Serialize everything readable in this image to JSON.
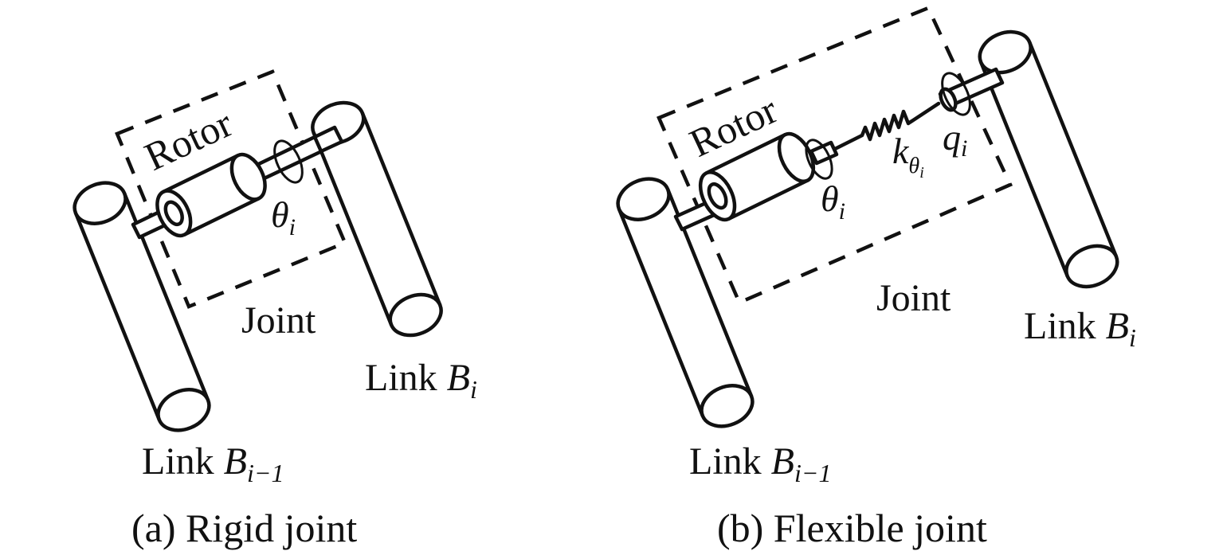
{
  "diagram_a": {
    "caption": "(a) Rigid joint",
    "rotor_label": "Rotor",
    "joint_label": "Joint",
    "theta_symbol": "θ",
    "theta_sub": "i",
    "link_prev_word": "Link",
    "link_prev_symbol": "B",
    "link_prev_sub": "i−1",
    "link_next_word": "Link",
    "link_next_symbol": "B",
    "link_next_sub": "i"
  },
  "diagram_b": {
    "caption": "(b) Flexible joint",
    "rotor_label": "Rotor",
    "joint_label": "Joint",
    "theta_symbol": "θ",
    "theta_sub": "i",
    "k_symbol": "k",
    "k_sub_symbol": "θ",
    "k_sub_sub": "i",
    "q_symbol": "q",
    "q_sub": "i",
    "link_prev_word": "Link",
    "link_prev_symbol": "B",
    "link_prev_sub": "i−1",
    "link_next_word": "Link",
    "link_next_symbol": "B",
    "link_next_sub": "i"
  }
}
